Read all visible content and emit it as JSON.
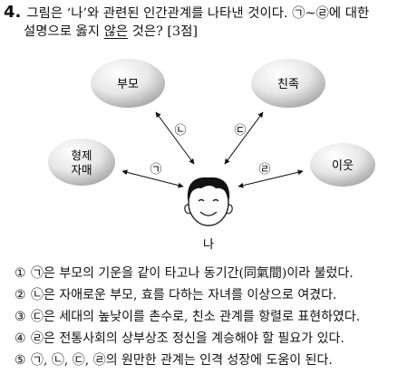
{
  "question": {
    "number": "4.",
    "line1": "그림은 ‘나’와 관련된 인간관계를 나타낸 것이다. ㉠~㉣에 대한",
    "line2_before": "설명으로 옳지 ",
    "line2_underlined": "않은",
    "line2_after": " 것은? [3점]"
  },
  "diagram": {
    "nodes": {
      "parents": "부모",
      "friends": "친족",
      "siblings_line1": "형제",
      "siblings_line2": "자매",
      "neighbors": "이웃",
      "self": "나"
    },
    "marks": {
      "a": "㉠",
      "b": "㉡",
      "c": "㉢",
      "d": "㉣"
    }
  },
  "choices": [
    {
      "mark": "①",
      "text": "㉠은 부모의 기운을 같이 타고나 동기간(同氣間)이라 불렀다."
    },
    {
      "mark": "②",
      "text": "㉡은 자애로운 부모, 효를 다하는 자녀를 이상으로 여겼다."
    },
    {
      "mark": "③",
      "text": "㉢은 세대의 높낮이를 촌수로, 친소 관계를 항렬로 표현하였다."
    },
    {
      "mark": "④",
      "text": "㉣은 전통사회의 상부상조 정신을 계승해야 할 필요가 있다."
    },
    {
      "mark": "⑤",
      "text": "㉠, ㉡, ㉢, ㉣의 원만한 관계는 인격 성장에 도움이 된다."
    }
  ]
}
